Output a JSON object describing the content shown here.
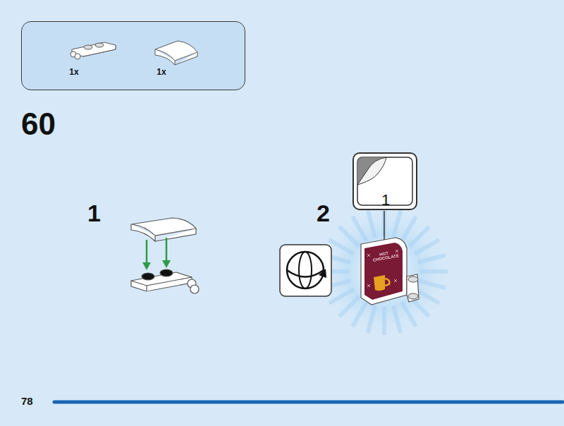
{
  "diagram": {
    "nodes": [
      {
        "text": [
          "1x",
          "1x"
        ]
      },
      {
        "text": [
          "1"
        ]
      }
    ],
    "labels": [
      "60",
      "1",
      "2",
      "HOT CHOCOLATE",
      "78"
    ]
  }
}
